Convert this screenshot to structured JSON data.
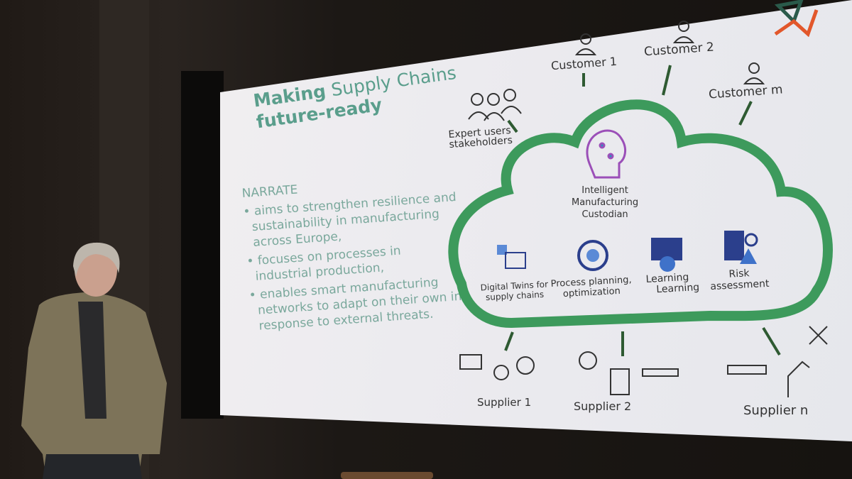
{
  "slide": {
    "title_bold": "Making",
    "title_rest": " Supply Chains",
    "title_line2": "future-ready",
    "project": "NARRATE",
    "bullets": [
      "aims to strengthen resilience and",
      "sustainability in manufacturing",
      "across Europe,",
      "focuses on processes in",
      "industrial production,",
      "enables smart manufacturing",
      "networks to adapt on their own in",
      "response to external threats."
    ],
    "expert": [
      "Expert users",
      "stakeholders"
    ],
    "customers": [
      "Customer 1",
      "Customer 2",
      "Customer m"
    ],
    "center": [
      "Intelligent",
      "Manufacturing",
      "Custodian"
    ],
    "modules": [
      [
        "Digital Twins for",
        "supply chains"
      ],
      [
        "Process planning,",
        "optimization"
      ],
      [
        "Learning",
        "Learning"
      ],
      [
        "Risk",
        "assessment"
      ]
    ],
    "suppliers": [
      "Supplier 1",
      "Supplier 2",
      "Supplier n"
    ],
    "colors": {
      "green": "#3d9a5c",
      "teal": "#5a9e8c",
      "icon_blue": "#2b3f8c",
      "arrow": "#2e5a32"
    }
  }
}
